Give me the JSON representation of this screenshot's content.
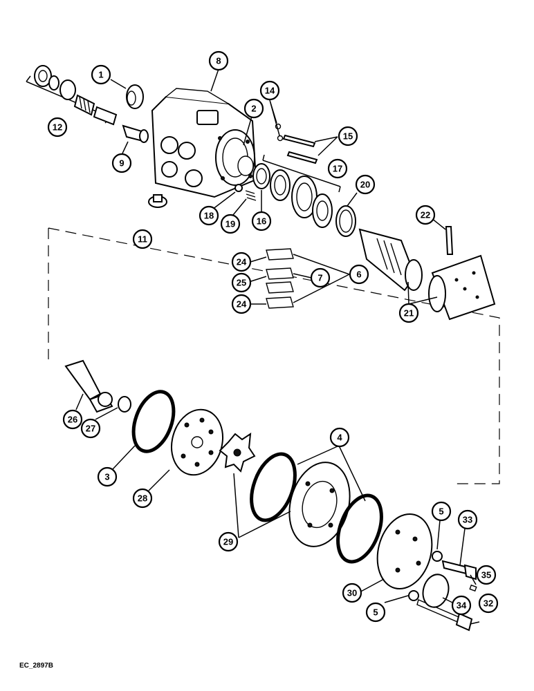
{
  "figure": {
    "reference_code": "EC_2897B",
    "callouts": {
      "c1": "1",
      "c2": "2",
      "c3": "3",
      "c4": "4",
      "c5a": "5",
      "c5b": "5",
      "c6": "6",
      "c7": "7",
      "c8": "8",
      "c9": "9",
      "c11": "11",
      "c12": "12",
      "c14": "14",
      "c15": "15",
      "c16": "16",
      "c17": "17",
      "c18": "18",
      "c19": "19",
      "c20": "20",
      "c21": "21",
      "c22": "22",
      "c24a": "24",
      "c24b": "24",
      "c25": "25",
      "c26": "26",
      "c27": "27",
      "c28": "28",
      "c29": "29",
      "c30": "30",
      "c32": "32",
      "c33": "33",
      "c34": "34",
      "c35": "35"
    }
  }
}
